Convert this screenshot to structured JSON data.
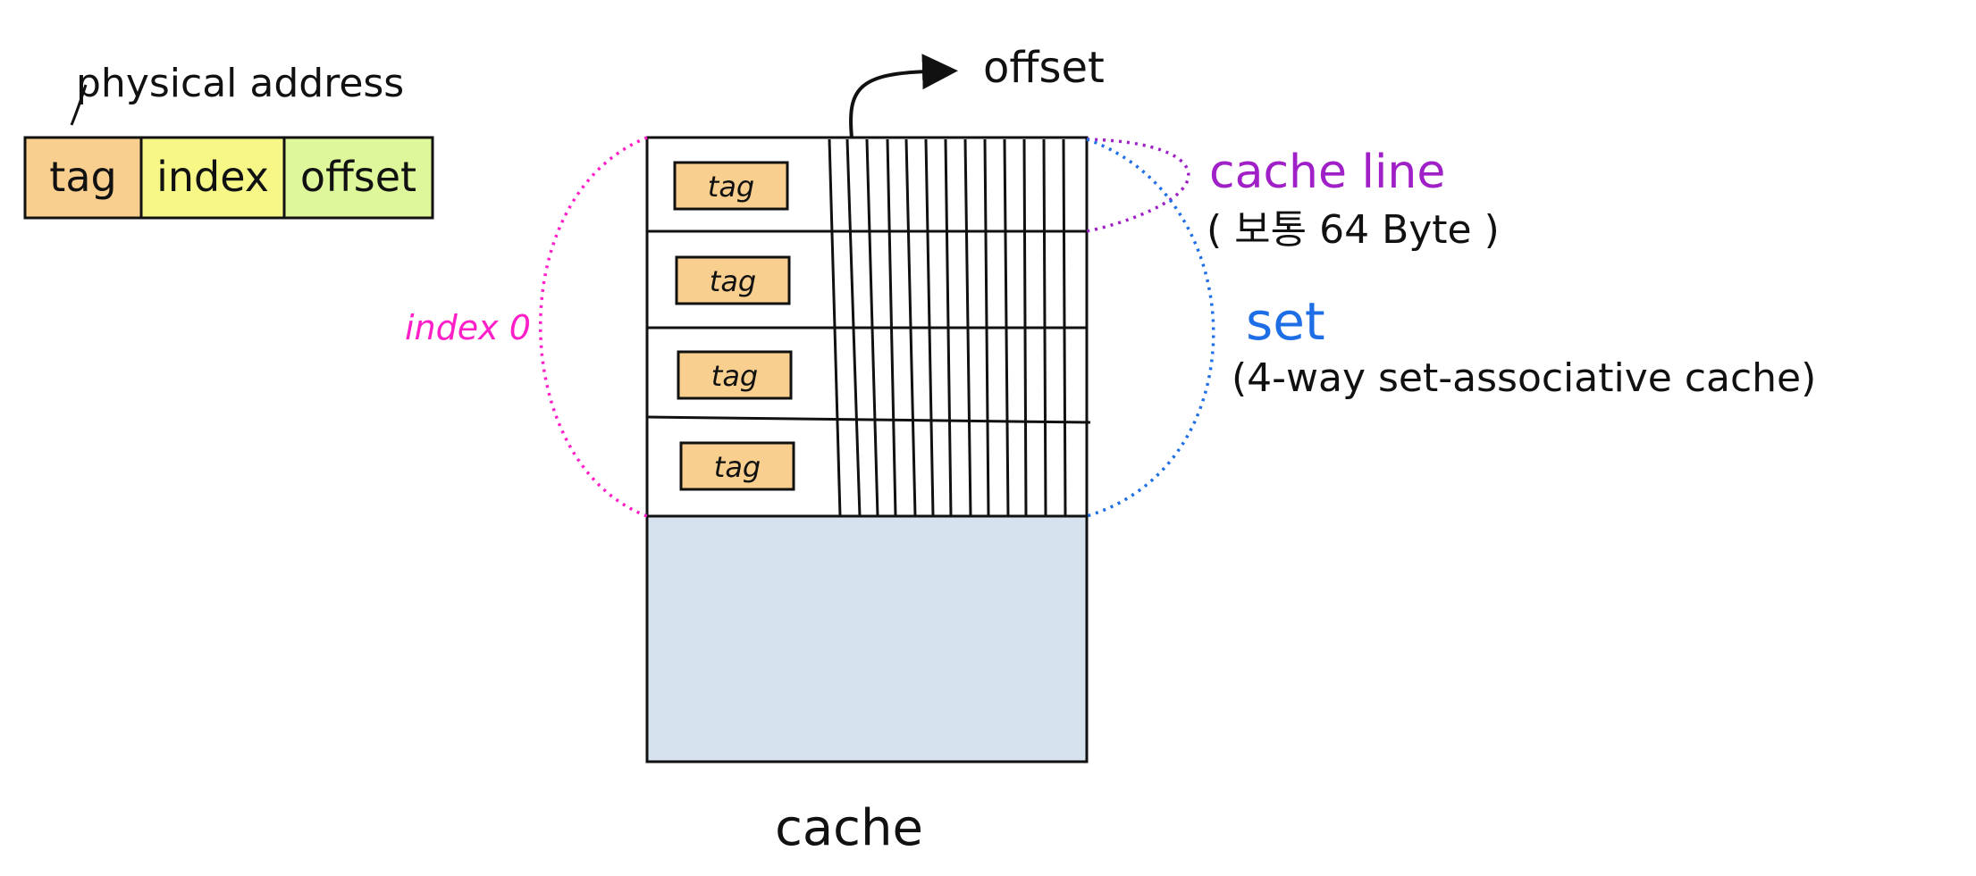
{
  "physical_address": {
    "title": "physical address",
    "fields": [
      "tag",
      "index",
      "offset"
    ]
  },
  "cache": {
    "label": "cache",
    "line_tags": [
      "tag",
      "tag",
      "tag",
      "tag"
    ]
  },
  "annotations": {
    "offset": "offset",
    "index0": "index 0",
    "cache_line": "cache line",
    "cache_line_size": "( 보통 64 Byte )",
    "set": "set",
    "set_desc": "(4-way set-associative cache)"
  },
  "colors": {
    "tag_fill": "#F9CF8F",
    "index_fill": "#F7F788",
    "offset_fill": "#DDF79A",
    "cache_body_fill": "#D6E2EE",
    "index0_color": "#FF1FC8",
    "cache_line_color": "#A020C8",
    "set_color": "#1E6FE6",
    "line_color": "#111111"
  }
}
